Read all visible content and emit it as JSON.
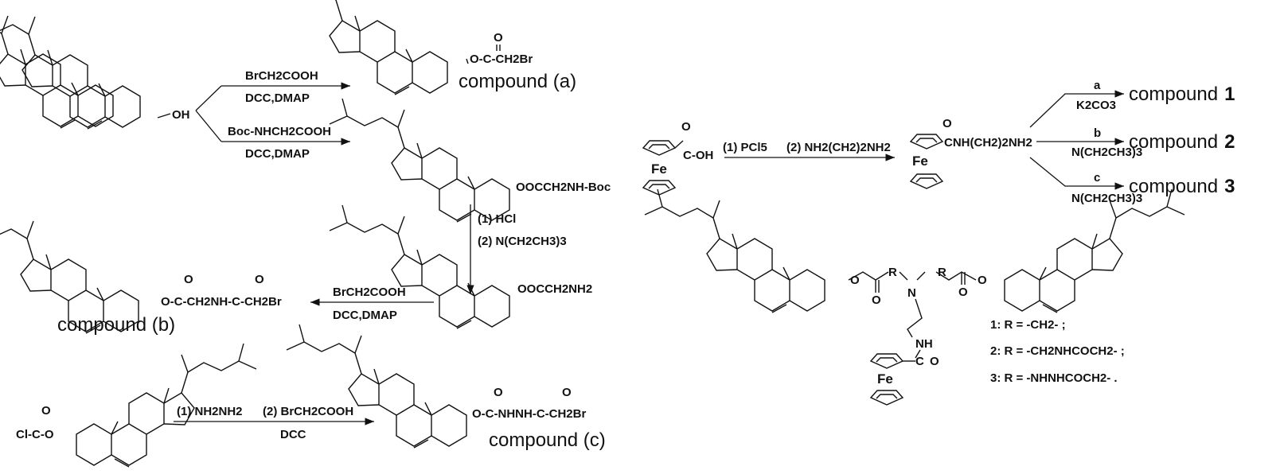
{
  "top": {
    "reagent_a_1": "BrCH2COOH",
    "reagent_a_2": "DCC,DMAP",
    "reagent_boc_1": "Boc-NHCH2COOH",
    "reagent_boc_2": "DCC,DMAP",
    "compound_a": "compound (a)",
    "ester_a": "O-C-CH2Br",
    "start_oh": "OH",
    "boc_product": "OOCCH2NH-Boc",
    "step_hcl": "(1) HCl",
    "step_base": "(2) N(CH2CH3)3",
    "amine_product": "OOCCH2NH2",
    "reagent_b_1": "BrCH2COOH",
    "reagent_b_2": "DCC,DMAP",
    "compound_b": "compound (b)",
    "ester_b": "O-C-CH2NH-C-CH2Br"
  },
  "bottom": {
    "start": "Cl-C-O",
    "reagent_1": "(1) NH2NH2",
    "reagent_2": "(2) BrCH2COOH",
    "reagent_3": "DCC",
    "ester_c": "O-C-NHNH-C-CH2Br",
    "compound_c": "compound (c)"
  },
  "ferrocene": {
    "acid": "C-OH",
    "fe": "Fe",
    "step1": "(1) PCl5",
    "step2": "(2) NH2(CH2)2NH2",
    "amide": "CNH(CH2)2NH2",
    "route_a_label": "a",
    "route_a_reagent": "K2CO3",
    "route_b_label": "b",
    "route_b_reagent": "N(CH2CH3)3",
    "route_c_label": "c",
    "route_c_reagent": "N(CH2CH3)3",
    "product_1_text": "compound",
    "product_1_num": "1",
    "product_2_text": "compound",
    "product_2_num": "2",
    "product_3_text": "compound",
    "product_3_num": "3"
  },
  "general": {
    "r_left": "R",
    "r_right": "R",
    "n": "N",
    "nh": "NH",
    "o": "O",
    "fe": "Fe",
    "legend_1": "1: R = -CH2- ;",
    "legend_2": "2: R = -CH2NHCOCH2- ;",
    "legend_3": "3: R = -NHNHCOCH2- ."
  }
}
